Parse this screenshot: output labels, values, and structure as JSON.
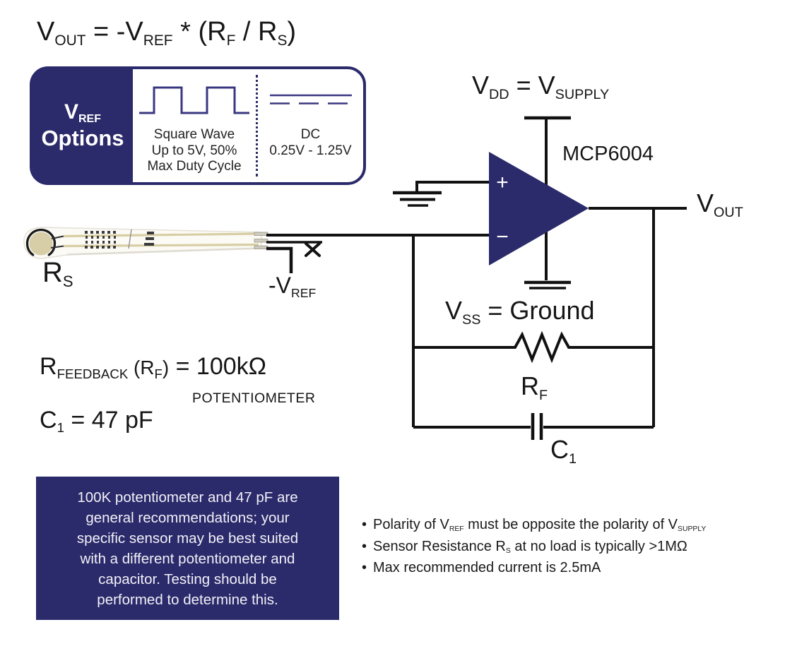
{
  "colors": {
    "navy": "#2b2a6b",
    "icon_line": "#3a3780",
    "wire": "#111111",
    "sensor_pad": "#d7cda6"
  },
  "formula_top": {
    "parts": [
      {
        "t": "V"
      },
      {
        "s": "OUT"
      },
      {
        "t": " = -V"
      },
      {
        "s": "REF"
      },
      {
        "t": " * (R"
      },
      {
        "s": "F"
      },
      {
        "t": " / R"
      },
      {
        "s": "S"
      },
      {
        "t": ")"
      }
    ]
  },
  "vref_options": {
    "title_v": "V",
    "title_sub": "REF",
    "title_word": "Options",
    "square_wave_caption": [
      "Square Wave",
      "Up to 5V, 50%",
      "Max Duty Cycle"
    ],
    "dc_caption": [
      "DC",
      "0.25V - 1.25V"
    ]
  },
  "sensor": {
    "label": {
      "parts": [
        {
          "t": "R"
        },
        {
          "s": "S"
        }
      ]
    }
  },
  "neg_vref": {
    "parts": [
      {
        "t": "-V"
      },
      {
        "s": "REF"
      }
    ]
  },
  "circuit": {
    "vdd_label": {
      "parts": [
        {
          "t": "V"
        },
        {
          "s": "DD"
        },
        {
          "t": " = V"
        },
        {
          "s": "SUPPLY"
        }
      ]
    },
    "chip": "MCP6004",
    "vout": {
      "parts": [
        {
          "t": "V"
        },
        {
          "s": "OUT"
        }
      ]
    },
    "vss_label": {
      "parts": [
        {
          "t": "V"
        },
        {
          "s": "SS"
        },
        {
          "t": " = Ground"
        }
      ]
    },
    "rf": {
      "parts": [
        {
          "t": "R"
        },
        {
          "s": "F"
        }
      ]
    },
    "c1": {
      "parts": [
        {
          "t": "C"
        },
        {
          "s": "1"
        }
      ]
    },
    "plus": "+",
    "minus": "−"
  },
  "values": {
    "rfeedback": {
      "parts": [
        {
          "t": "R"
        },
        {
          "s": "FEEDBACK"
        },
        {
          "m": " (R"
        },
        {
          "s": "F"
        },
        {
          "m": ")"
        },
        {
          "t": " = 100kΩ"
        }
      ]
    },
    "potentiometer": "POTENTIOMETER",
    "c1": {
      "parts": [
        {
          "t": "C"
        },
        {
          "s": "1"
        },
        {
          "t": " = 47 pF"
        }
      ]
    }
  },
  "note_box": {
    "lines": [
      "100K potentiometer and 47 pF are",
      "general recommendations; your",
      "specific sensor may be best suited",
      "with a different potentiometer and",
      "capacitor. Testing should be",
      "performed to determine this."
    ]
  },
  "bullets": [
    {
      "marker": "•",
      "parts": [
        {
          "t": "Polarity of V"
        },
        {
          "s": "REF"
        },
        {
          "t": " must be opposite the polarity of V"
        },
        {
          "s": "SUPPLY"
        }
      ]
    },
    {
      "marker": "•",
      "parts": [
        {
          "t": "Sensor Resistance R"
        },
        {
          "s": "S"
        },
        {
          "t": " at no load is typically >1MΩ"
        }
      ]
    },
    {
      "marker": "•",
      "parts": [
        {
          "t": "Max recommended current is 2.5mA"
        }
      ]
    }
  ]
}
